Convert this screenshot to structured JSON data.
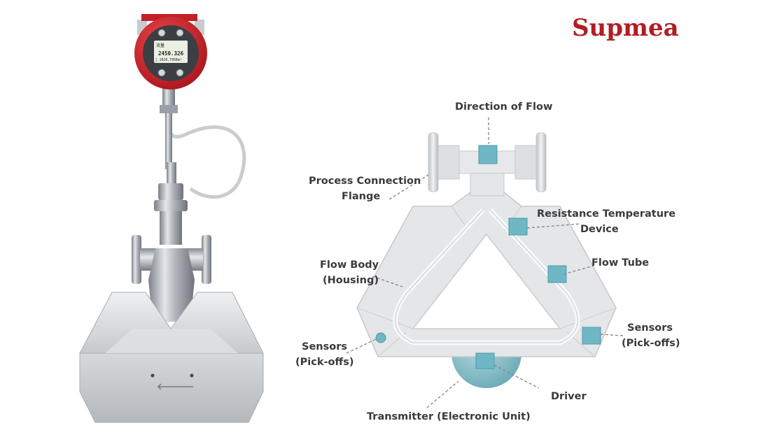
{
  "brand": {
    "name": "Supmea",
    "color": "#b01e23"
  },
  "display": {
    "line1": "流量",
    "value": "2450.326",
    "line3": "∑ 2020.7958m³"
  },
  "labels": {
    "direction_of_flow": "Direction of Flow",
    "process_connection_1": "Process Connection",
    "process_connection_2": "Flange",
    "rtd_1": "Resistance Temperature",
    "rtd_2": "Device",
    "flow_tube": "Flow Tube",
    "flow_body_1": "Flow Body",
    "flow_body_2": "(Housing)",
    "sensors_left_1": "Sensors",
    "sensors_left_2": "(Pick-offs)",
    "sensors_right_1": "Sensors",
    "sensors_right_2": "(Pick-offs)",
    "driver": "Driver",
    "transmitter": "Transmitter (Electronic Unit)"
  },
  "colors": {
    "sensor_marker": "#6fb7c4",
    "housing_red": "#d8232a",
    "diagram_body": "#e4e6e8"
  }
}
